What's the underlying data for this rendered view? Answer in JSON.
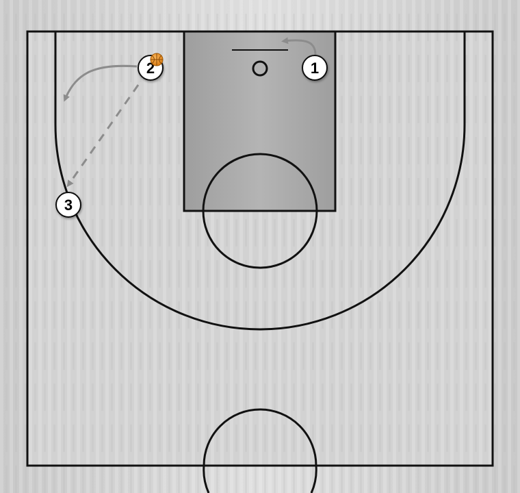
{
  "players": [
    {
      "id": "player-1",
      "label": "1"
    },
    {
      "id": "player-2",
      "label": "2",
      "has_ball": true
    },
    {
      "id": "player-3",
      "label": "3"
    }
  ],
  "movements": [
    {
      "type": "cut",
      "from": "1",
      "style": "solid-arrow"
    },
    {
      "type": "cut",
      "from": "2",
      "style": "solid-arrow"
    },
    {
      "type": "pass",
      "from": "2",
      "to": "3",
      "style": "dashed-arrow"
    }
  ],
  "colors": {
    "court_floor": "#d4d4d4",
    "paint": "#a9a9a9",
    "lines": "#111111",
    "arrows": "#8c8c8c",
    "ball": "#e8901c",
    "player_fill": "#ffffff"
  }
}
